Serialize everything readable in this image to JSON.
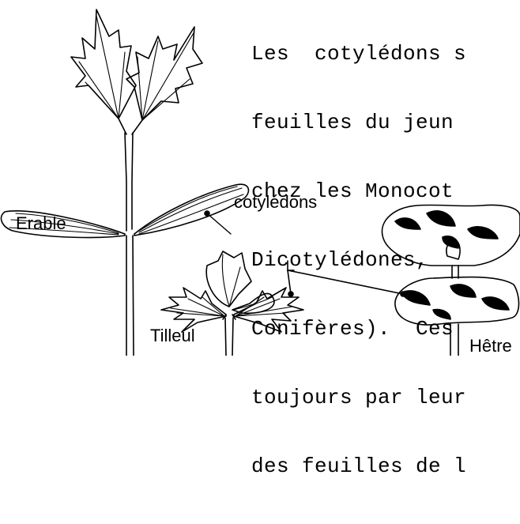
{
  "text_lines": [
    "Les  cotylédons s",
    "feuilles du jeun",
    "chez les Monocot",
    "Dicotylédones, ",
    "Conifères).  Ces",
    "toujours par leur",
    "des feuilles de l"
  ],
  "labels": {
    "cotyledons": "cotylédons",
    "erable": "Erable",
    "tilleul": "Tilleul",
    "hetre": "Hêtre"
  }
}
